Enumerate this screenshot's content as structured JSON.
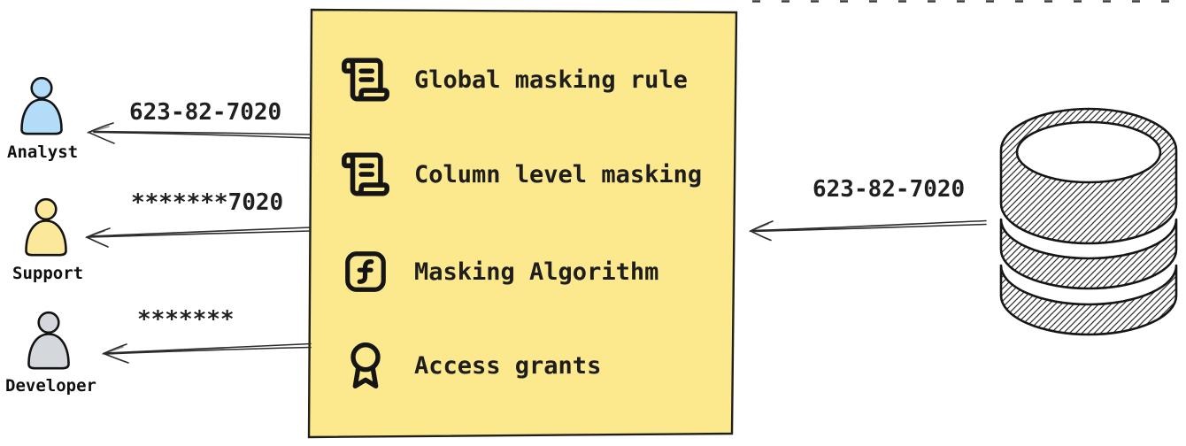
{
  "masking_box": {
    "fill_color": "#fce88d",
    "items": [
      {
        "icon": "scroll-text-icon",
        "label": "Global masking rule"
      },
      {
        "icon": "scroll-text-icon",
        "label": "Column level masking"
      },
      {
        "icon": "function-square-icon",
        "label": "Masking Algorithm"
      },
      {
        "icon": "award-icon",
        "label": "Access grants"
      }
    ]
  },
  "source_database": {
    "icon": "database-icon",
    "arrow_label": "623-82-7020"
  },
  "consumers": [
    {
      "role": "Analyst",
      "received_value": "623-82-7020",
      "figure_color": "#b3dcf9"
    },
    {
      "role": "Support",
      "received_value": "*******7020",
      "figure_color": "#fbe89b"
    },
    {
      "role": "Developer",
      "received_value": "*******",
      "figure_color": "#d4d8dc"
    }
  ]
}
